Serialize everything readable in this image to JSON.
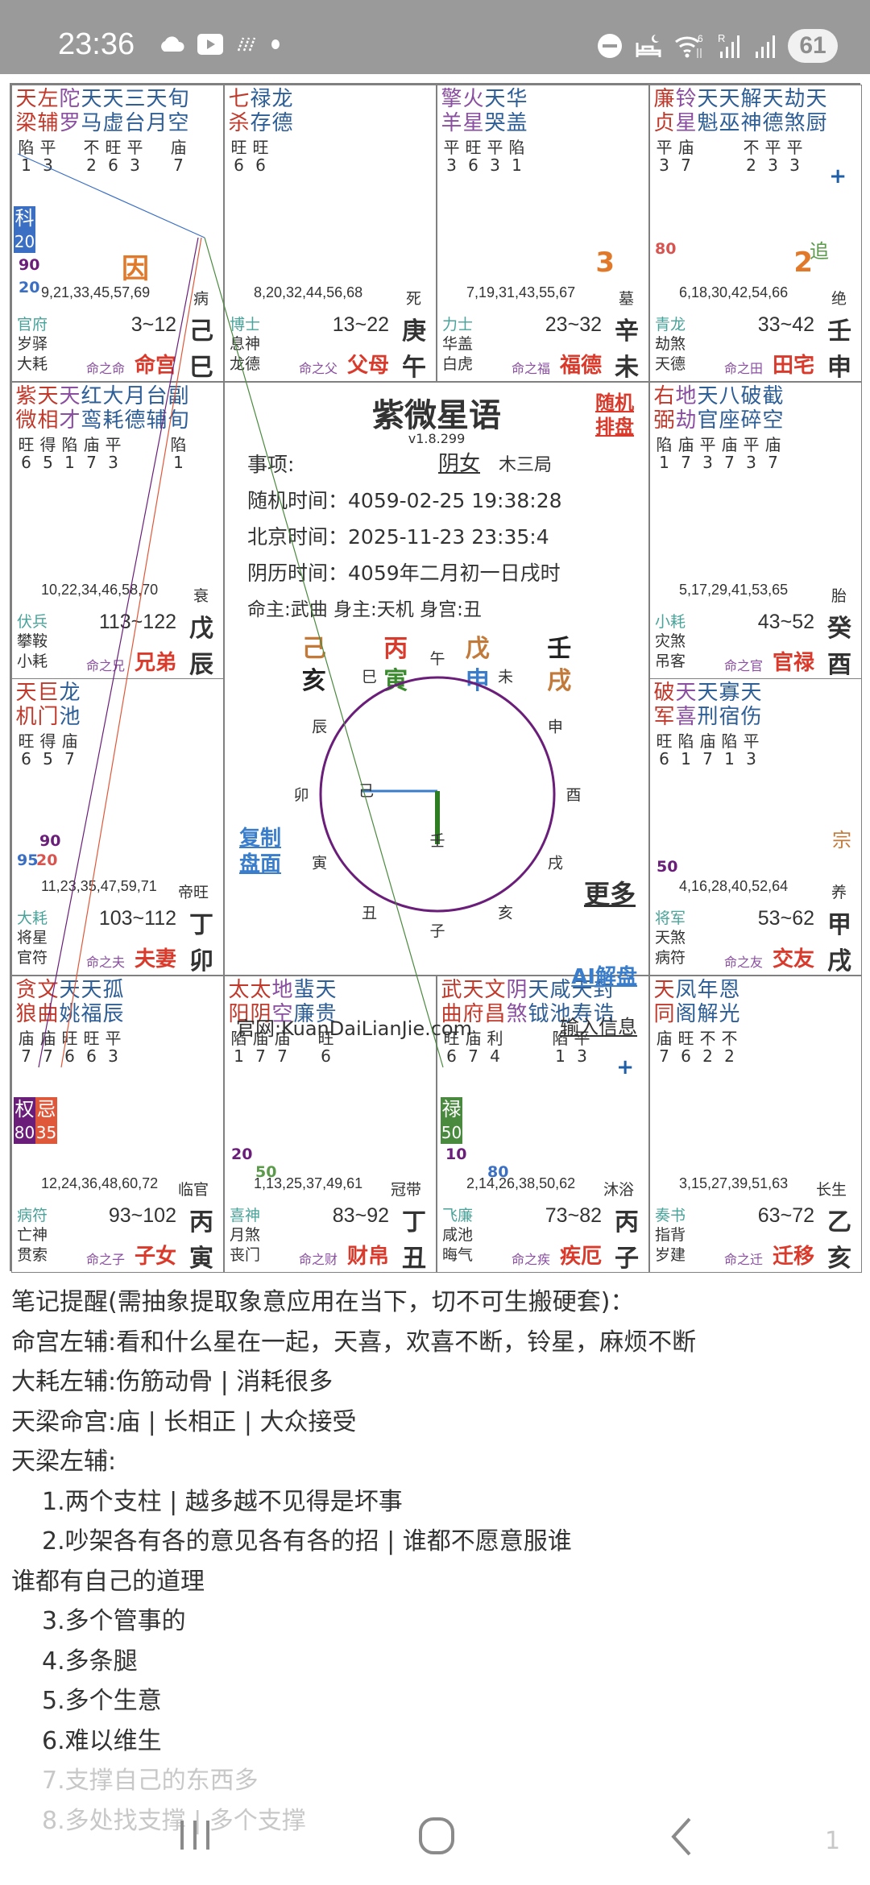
{
  "status_bar": {
    "time": "23:36",
    "left_icons": [
      "cloud-icon",
      "youtube-icon",
      "hatched-icon",
      "dot-icon"
    ],
    "right_icons": [
      "dnd-icon",
      "sleep-icon",
      "wifi-6-icon",
      "signal-r-icon",
      "signal-icon"
    ],
    "battery": "61"
  },
  "center": {
    "title": "紫微星语",
    "version": "v1.8.299",
    "random_button": [
      "随机",
      "排盘"
    ],
    "matter_label": "事项:",
    "gender": "阴女",
    "ju": "木三局",
    "random_time_label": "随机时间：",
    "random_time": "4059-02-25 19:38:28",
    "beijing_time_label": "北京时间：",
    "beijing_time": "2025-11-23 23:35:4",
    "lunar_time_label": "阴历时间：",
    "lunar_time": "4059年二月初一日戌时",
    "masters": "命主:武曲 身主:天机 身宫:丑",
    "sizhu_stems": [
      {
        "char": "己",
        "color": "#c27a3a"
      },
      {
        "char": "丙",
        "color": "#d93a2b"
      },
      {
        "char": "戊",
        "color": "#c27a3a"
      },
      {
        "char": "壬",
        "color": "#222222"
      }
    ],
    "sizhu_branches": [
      {
        "char": "亥",
        "color": "#222222"
      },
      {
        "char": "寅",
        "color": "#3a8a2e"
      },
      {
        "char": "申",
        "color": "#3a7ecb"
      },
      {
        "char": "戌",
        "color": "#c27a3a"
      }
    ],
    "copy_button": [
      "复制",
      "盘面"
    ],
    "more_button": "更多",
    "ai_button": "AI解盘",
    "input_button": "输入信息",
    "website": "官网:KuanDaiLianJie.com",
    "clock_branches": [
      "午",
      "未",
      "申",
      "酉",
      "戌",
      "亥",
      "子",
      "丑",
      "寅",
      "卯",
      "辰",
      "巳"
    ],
    "clock_hands": {
      "blue_label": "己",
      "green_label": "壬"
    },
    "colors": {
      "circle": "#6a1e7a",
      "blue_hand": "#3a7ecb",
      "green_hand": "#2e7d22"
    }
  },
  "palaces": [
    {
      "id": "si",
      "stem": "己",
      "branch": "巳",
      "palace": "命宫",
      "ming_label": "命之命",
      "range": "3~12",
      "stage": "病",
      "ages": "9,21,33,45,57,69",
      "boshi": "官府",
      "sui": "岁驿",
      "jiang": "大耗",
      "stars": [
        {
          "n": "天梁",
          "c": "main",
          "b": "陷",
          "s": "1"
        },
        {
          "n": "左辅",
          "c": "main",
          "b": "平",
          "s": "3"
        },
        {
          "n": "陀罗",
          "c": "sha",
          "b": "",
          "s": ""
        },
        {
          "n": "天马",
          "c": "minor",
          "b": "不",
          "s": "2"
        },
        {
          "n": "天虚",
          "c": "minor",
          "b": "旺",
          "s": "6"
        },
        {
          "n": "三台",
          "c": "minor",
          "b": "平",
          "s": "3"
        },
        {
          "n": "天月",
          "c": "minor",
          "b": "",
          "s": ""
        },
        {
          "n": "旬空",
          "c": "minor",
          "b": "庙",
          "s": "7"
        }
      ],
      "sihua": [
        {
          "char": "科",
          "num": "20",
          "color": "#3a6fc4"
        }
      ],
      "scores": [
        {
          "v": "90",
          "color": "#6a1e7a"
        },
        {
          "v": "20",
          "color": "#3a6fc4"
        }
      ],
      "marker": {
        "char": "因",
        "color": "#e07a2a"
      }
    },
    {
      "id": "wu",
      "stem": "庚",
      "branch": "午",
      "palace": "父母",
      "ming_label": "命之父",
      "range": "13~22",
      "stage": "死",
      "ages": "8,20,32,44,56,68",
      "boshi": "博士",
      "sui": "息神",
      "jiang": "龙德",
      "stars": [
        {
          "n": "七杀",
          "c": "main",
          "b": "旺",
          "s": "6"
        },
        {
          "n": "禄存",
          "c": "minor",
          "b": "旺",
          "s": "6"
        },
        {
          "n": "龙德",
          "c": "minor",
          "b": "",
          "s": ""
        }
      ]
    },
    {
      "id": "wei",
      "stem": "辛",
      "branch": "未",
      "palace": "福德",
      "ming_label": "命之福",
      "range": "23~32",
      "stage": "墓",
      "ages": "7,19,31,43,55,67",
      "boshi": "力士",
      "sui": "华盖",
      "jiang": "白虎",
      "stars": [
        {
          "n": "擎羊",
          "c": "sha",
          "b": "平",
          "s": "3"
        },
        {
          "n": "火星",
          "c": "sha",
          "b": "旺",
          "s": "6"
        },
        {
          "n": "天哭",
          "c": "minor",
          "b": "平",
          "s": "3"
        },
        {
          "n": "华盖",
          "c": "minor",
          "b": "陷",
          "s": "1"
        }
      ],
      "big_digit": "3"
    },
    {
      "id": "shen",
      "stem": "壬",
      "branch": "申",
      "palace": "田宅",
      "ming_label": "命之田",
      "range": "33~42",
      "stage": "绝",
      "ages": "6,18,30,42,54,66",
      "boshi": "青龙",
      "sui": "劫煞",
      "jiang": "天德",
      "stars": [
        {
          "n": "廉贞",
          "c": "main",
          "b": "平",
          "s": "3"
        },
        {
          "n": "铃星",
          "c": "sha",
          "b": "庙",
          "s": "7"
        },
        {
          "n": "天魁",
          "c": "minor",
          "b": "",
          "s": ""
        },
        {
          "n": "天巫",
          "c": "minor",
          "b": "",
          "s": ""
        },
        {
          "n": "解神",
          "c": "minor",
          "b": "不",
          "s": "2"
        },
        {
          "n": "天德",
          "c": "minor",
          "b": "平",
          "s": "3"
        },
        {
          "n": "劫煞",
          "c": "minor",
          "b": "平",
          "s": "3"
        },
        {
          "n": "天厨",
          "c": "minor",
          "b": "",
          "s": ""
        }
      ],
      "plus": "+",
      "scores": [
        {
          "v": "80",
          "color": "#d9534f"
        }
      ],
      "tag": {
        "char": "追",
        "color": "#5a9a4a"
      },
      "big_digit": "2"
    },
    {
      "id": "you",
      "stem": "癸",
      "branch": "酉",
      "palace": "官禄",
      "ming_label": "命之官",
      "range": "43~52",
      "stage": "胎",
      "ages": "5,17,29,41,53,65",
      "boshi": "小耗",
      "sui": "灾煞",
      "jiang": "吊客",
      "stars": [
        {
          "n": "右弼",
          "c": "main",
          "b": "陷",
          "s": "1"
        },
        {
          "n": "地劫",
          "c": "sha",
          "b": "庙",
          "s": "7"
        },
        {
          "n": "天官",
          "c": "minor",
          "b": "平",
          "s": "3"
        },
        {
          "n": "八座",
          "c": "minor",
          "b": "庙",
          "s": "7"
        },
        {
          "n": "破碎",
          "c": "minor",
          "b": "平",
          "s": "3"
        },
        {
          "n": "截空",
          "c": "minor",
          "b": "庙",
          "s": "7"
        }
      ]
    },
    {
      "id": "xu",
      "stem": "甲",
      "branch": "戌",
      "palace": "交友",
      "ming_label": "命之友",
      "range": "53~62",
      "stage": "养",
      "ages": "4,16,28,40,52,64",
      "boshi": "将军",
      "sui": "天煞",
      "jiang": "病符",
      "stars": [
        {
          "n": "破军",
          "c": "main",
          "b": "旺",
          "s": "6"
        },
        {
          "n": "天喜",
          "c": "sha",
          "b": "陷",
          "s": "1"
        },
        {
          "n": "天刑",
          "c": "minor",
          "b": "庙",
          "s": "7"
        },
        {
          "n": "寡宿",
          "c": "minor",
          "b": "陷",
          "s": "1"
        },
        {
          "n": "天伤",
          "c": "minor",
          "b": "平",
          "s": "3"
        }
      ],
      "scores": [
        {
          "v": "50",
          "color": "#6a1e7a"
        }
      ],
      "tag": {
        "char": "宗",
        "color": "#c27a3a"
      }
    },
    {
      "id": "hai",
      "stem": "乙",
      "branch": "亥",
      "palace": "迁移",
      "ming_label": "命之迁",
      "range": "63~72",
      "stage": "长生",
      "ages": "3,15,27,39,51,63",
      "boshi": "奏书",
      "sui": "指背",
      "jiang": "岁建",
      "stars": [
        {
          "n": "天同",
          "c": "main",
          "b": "庙",
          "s": "7"
        },
        {
          "n": "凤阁",
          "c": "minor",
          "b": "旺",
          "s": "6"
        },
        {
          "n": "年解",
          "c": "minor",
          "b": "不",
          "s": "2"
        },
        {
          "n": "恩光",
          "c": "minor",
          "b": "不",
          "s": "2"
        }
      ]
    },
    {
      "id": "zi",
      "stem": "丙",
      "branch": "子",
      "palace": "疾厄",
      "ming_label": "命之疾",
      "range": "73~82",
      "stage": "沐浴",
      "ages": "2,14,26,38,50,62",
      "boshi": "飞廉",
      "sui": "咸池",
      "jiang": "晦气",
      "stars": [
        {
          "n": "武曲",
          "c": "main",
          "b": "旺",
          "s": "6"
        },
        {
          "n": "天府",
          "c": "main",
          "b": "庙",
          "s": "7"
        },
        {
          "n": "文昌",
          "c": "main",
          "b": "利",
          "s": "4"
        },
        {
          "n": "阴煞",
          "c": "sha",
          "b": "",
          "s": ""
        },
        {
          "n": "天钺",
          "c": "minor",
          "b": "",
          "s": ""
        },
        {
          "n": "咸池",
          "c": "minor",
          "b": "陷",
          "s": "1"
        },
        {
          "n": "天寿",
          "c": "minor",
          "b": "平",
          "s": "3"
        },
        {
          "n": "封诰",
          "c": "minor",
          "b": "",
          "s": ""
        }
      ],
      "plus": "+",
      "sihua": [
        {
          "char": "禄",
          "num": "50",
          "color": "#4a8a3e"
        }
      ],
      "scores": [
        {
          "v": "10",
          "color": "#6a1e7a"
        },
        {
          "v": "80",
          "color": "#3a6fc4"
        }
      ]
    },
    {
      "id": "chou",
      "stem": "丁",
      "branch": "丑",
      "palace": "财帛",
      "ming_label": "命之财",
      "range": "83~92",
      "stage": "冠带",
      "ages": "1,13,25,37,49,61",
      "boshi": "喜神",
      "sui": "月煞",
      "jiang": "丧门",
      "stars": [
        {
          "n": "太阳",
          "c": "main",
          "b": "陷",
          "s": "1"
        },
        {
          "n": "太阴",
          "c": "main",
          "b": "庙",
          "s": "7"
        },
        {
          "n": "地空",
          "c": "sha",
          "b": "庙",
          "s": "7"
        },
        {
          "n": "蜚廉",
          "c": "minor",
          "b": "",
          "s": ""
        },
        {
          "n": "天贵",
          "c": "minor",
          "b": "旺",
          "s": "6"
        }
      ],
      "scores": [
        {
          "v": "20",
          "color": "#6a1e7a"
        },
        {
          "v": "50",
          "color": "#5a9a4a"
        }
      ]
    },
    {
      "id": "yin",
      "stem": "丙",
      "branch": "寅",
      "palace": "子女",
      "ming_label": "命之子",
      "range": "93~102",
      "stage": "临官",
      "ages": "12,24,36,48,60,72",
      "boshi": "病符",
      "sui": "亡神",
      "jiang": "贯索",
      "stars": [
        {
          "n": "贪狼",
          "c": "main",
          "b": "庙",
          "s": "7"
        },
        {
          "n": "文曲",
          "c": "main",
          "b": "庙",
          "s": "7"
        },
        {
          "n": "天姚",
          "c": "minor",
          "b": "旺",
          "s": "6"
        },
        {
          "n": "天福",
          "c": "minor",
          "b": "旺",
          "s": "6"
        },
        {
          "n": "孤辰",
          "c": "minor",
          "b": "平",
          "s": "3"
        }
      ],
      "sihua": [
        {
          "char": "权",
          "num": "80",
          "color": "#6a1e7a"
        },
        {
          "char": "忌",
          "num": "35",
          "color": "#e0583a"
        }
      ]
    },
    {
      "id": "mao",
      "stem": "丁",
      "branch": "卯",
      "palace": "夫妻",
      "ming_label": "命之夫",
      "range": "103~112",
      "stage": "帝旺",
      "ages": "11,23,35,47,59,71",
      "boshi": "大耗",
      "sui": "将星",
      "jiang": "官符",
      "stars": [
        {
          "n": "天机",
          "c": "main",
          "b": "旺",
          "s": "6"
        },
        {
          "n": "巨门",
          "c": "main",
          "b": "得",
          "s": "5"
        },
        {
          "n": "龙池",
          "c": "minor",
          "b": "庙",
          "s": "7"
        }
      ],
      "scores": [
        {
          "v": "90",
          "color": "#6a1e7a"
        },
        {
          "v": "95",
          "color": "#3a6fc4"
        },
        {
          "v": "20",
          "color": "#d9534f"
        }
      ]
    },
    {
      "id": "chen",
      "stem": "戊",
      "branch": "辰",
      "palace": "兄弟",
      "ming_label": "命之兄",
      "range": "113~122",
      "stage": "衰",
      "ages": "10,22,34,46,58,70",
      "boshi": "伏兵",
      "sui": "攀鞍",
      "jiang": "小耗",
      "stars": [
        {
          "n": "紫微",
          "c": "main",
          "b": "旺",
          "s": "6"
        },
        {
          "n": "天相",
          "c": "main",
          "b": "得",
          "s": "5"
        },
        {
          "n": "天才",
          "c": "sha",
          "b": "陷",
          "s": "1"
        },
        {
          "n": "红鸾",
          "c": "minor",
          "b": "庙",
          "s": "7"
        },
        {
          "n": "大耗",
          "c": "minor",
          "b": "平",
          "s": "3"
        },
        {
          "n": "月德",
          "c": "minor",
          "b": "",
          "s": ""
        },
        {
          "n": "台辅",
          "c": "minor",
          "b": "",
          "s": ""
        },
        {
          "n": "副旬",
          "c": "minor",
          "b": "陷",
          "s": "1"
        }
      ]
    }
  ],
  "notes": {
    "lines": [
      {
        "text": "笔记提醒(需抽象提取象意应用在当下，切不可生搬硬套)：",
        "indent": false,
        "faded": false
      },
      {
        "text": "命宫左辅:看和什么星在一起，天喜，欢喜不断，铃星，麻烦不断",
        "indent": false,
        "faded": false
      },
      {
        "text": "大耗左辅:伤筋动骨 | 消耗很多",
        "indent": false,
        "faded": false
      },
      {
        "text": "天梁命宫:庙 | 长相正 | 大众接受",
        "indent": false,
        "faded": false
      },
      {
        "text": "天梁左辅:",
        "indent": false,
        "faded": false
      },
      {
        "text": "1.两个支柱 | 越多越不见得是坏事",
        "indent": true,
        "faded": false
      },
      {
        "text": "2.吵架各有各的意见各有各的招 | 谁都不愿意服谁",
        "indent": true,
        "faded": false
      },
      {
        "text": "谁都有自己的道理",
        "indent": false,
        "faded": false
      },
      {
        "text": "3.多个管事的",
        "indent": true,
        "faded": false
      },
      {
        "text": "4.多条腿",
        "indent": true,
        "faded": false
      },
      {
        "text": "5.多个生意",
        "indent": true,
        "faded": false
      },
      {
        "text": "6.难以维生",
        "indent": true,
        "faded": false
      },
      {
        "text": "7.支撑自己的东西多",
        "indent": true,
        "faded": true
      },
      {
        "text": "8.多处找支撑 | 多个支撑",
        "indent": true,
        "faded": true
      }
    ]
  },
  "nav_bar": {
    "recents": "recents-icon",
    "home": "home-icon",
    "back": "back-icon",
    "page_indicator": "1"
  }
}
